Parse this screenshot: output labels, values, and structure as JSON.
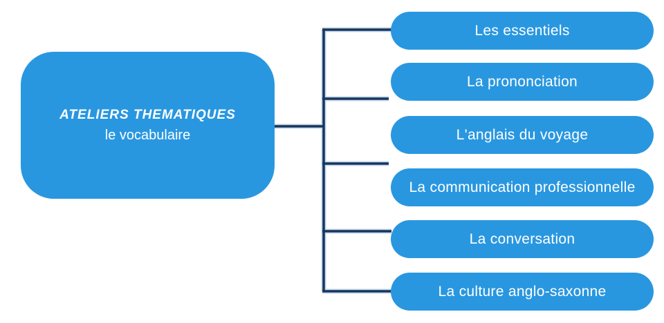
{
  "diagram": {
    "type": "mindmap",
    "root": {
      "title": "ATELIERS THEMATIQUES",
      "subtitle": "le vocabulaire"
    },
    "branches": [
      "Les essentiels",
      "La prononciation",
      "L'anglais du voyage",
      "La communication professionnelle",
      "La conversation",
      "La culture anglo-saxonne"
    ]
  },
  "colors": {
    "node_fill": "#2997E0",
    "node_text": "#FFFFFF",
    "connector": "#17365D",
    "connector_halo": "#C3D5EA",
    "background": "#FFFFFF"
  }
}
